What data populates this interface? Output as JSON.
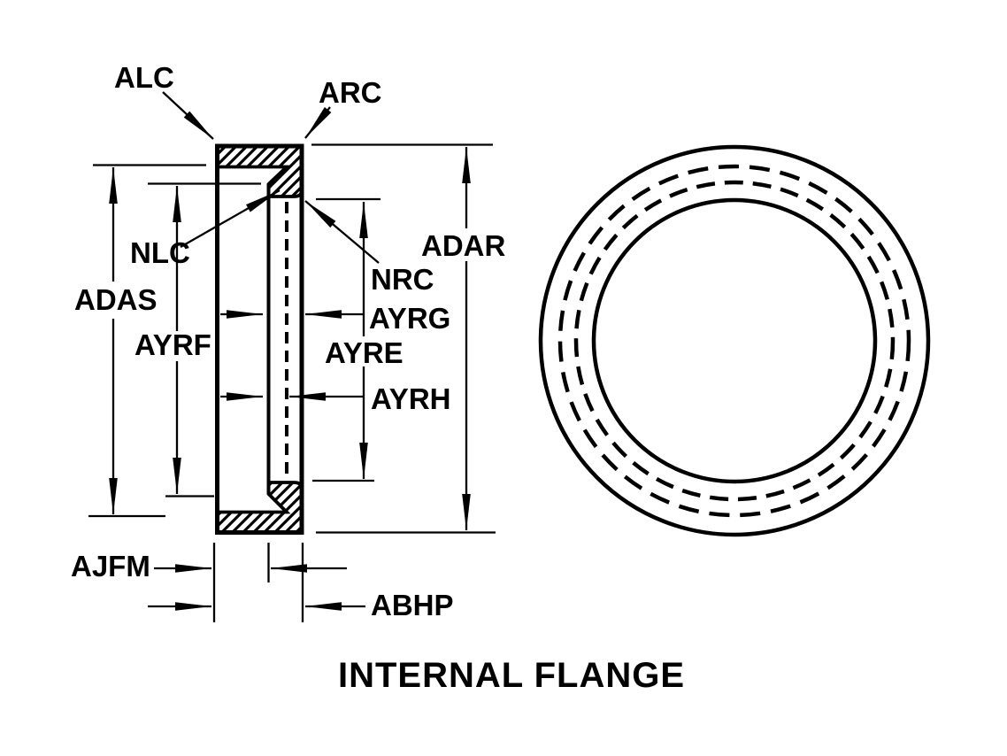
{
  "title": "INTERNAL FLANGE",
  "colors": {
    "ink": "#000000",
    "paper": "#ffffff"
  },
  "section": {
    "labels": {
      "alc": "ALC",
      "arc": "ARC",
      "nlc": "NLC",
      "nrc": "NRC",
      "adas": "ADAS",
      "ayrf": "AYRF",
      "adar": "ADAR",
      "ayre": "AYRE",
      "ayrg": "AYRG",
      "ayrh": "AYRH",
      "ajfm": "AJFM",
      "abhp": "ABHP"
    }
  }
}
